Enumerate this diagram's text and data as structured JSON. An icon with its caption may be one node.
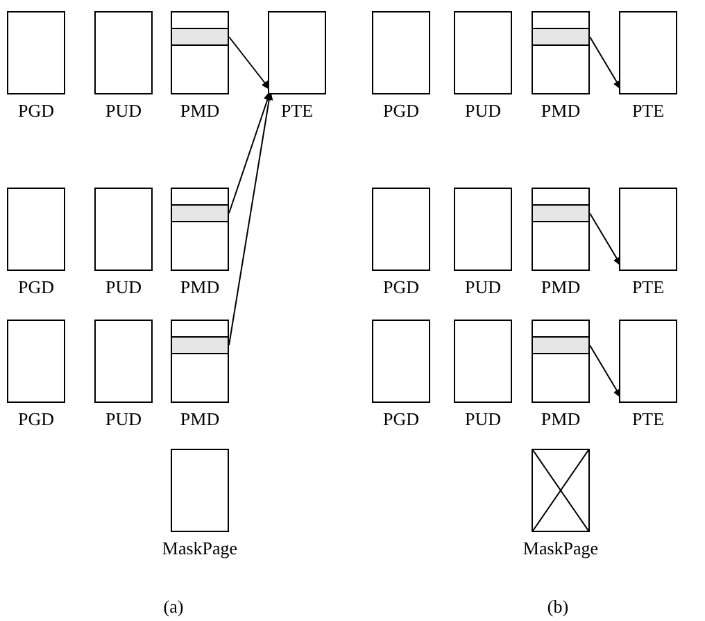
{
  "diagram": {
    "nodes": [
      {
        "text": [
          "PGD"
        ]
      },
      {
        "text": [
          "PUD"
        ]
      },
      {
        "text": [
          "PMD"
        ]
      },
      {
        "text": [],
        "shape": "bar",
        "in": 2
      },
      {
        "text": [
          "PTE"
        ]
      },
      {
        "text": [
          "PGD"
        ]
      },
      {
        "text": [
          "PUD"
        ]
      },
      {
        "text": [
          "PMD"
        ]
      },
      {
        "text": [],
        "shape": "bar",
        "in": 7
      },
      {
        "text": [
          "PGD"
        ]
      },
      {
        "text": [
          "PUD"
        ]
      },
      {
        "text": [
          "PMD"
        ]
      },
      {
        "text": [],
        "shape": "bar",
        "in": 11
      },
      {
        "text": [
          "MaskPage"
        ]
      },
      {
        "text": [
          "PGD"
        ]
      },
      {
        "text": [
          "PUD"
        ]
      },
      {
        "text": [
          "PMD"
        ]
      },
      {
        "text": [],
        "shape": "bar",
        "in": 16
      },
      {
        "text": [
          "PTE"
        ]
      },
      {
        "text": [
          "PGD"
        ]
      },
      {
        "text": [
          "PUD"
        ]
      },
      {
        "text": [
          "PMD"
        ]
      },
      {
        "text": [],
        "shape": "bar",
        "in": 21
      },
      {
        "text": [
          "PTE"
        ]
      },
      {
        "text": [
          "PGD"
        ]
      },
      {
        "text": [
          "PUD"
        ]
      },
      {
        "text": [
          "PMD"
        ]
      },
      {
        "text": [],
        "shape": "bar",
        "in": 26
      },
      {
        "text": [
          "PTE"
        ]
      },
      {
        "text": [
          "MaskPage"
        ]
      }
    ],
    "edges": [
      {
        "from": 3,
        "to": 4,
        "arrow": "to"
      },
      {
        "from": 8,
        "to": 4,
        "arrow": "to"
      },
      {
        "from": 12,
        "to": 4,
        "arrow": "to"
      },
      {
        "from": 17,
        "to": 18,
        "arrow": "to"
      },
      {
        "from": 22,
        "to": 23,
        "arrow": "to"
      },
      {
        "from": 27,
        "to": 28,
        "arrow": "to"
      }
    ],
    "labels": [
      "(a)",
      "(b)"
    ]
  }
}
